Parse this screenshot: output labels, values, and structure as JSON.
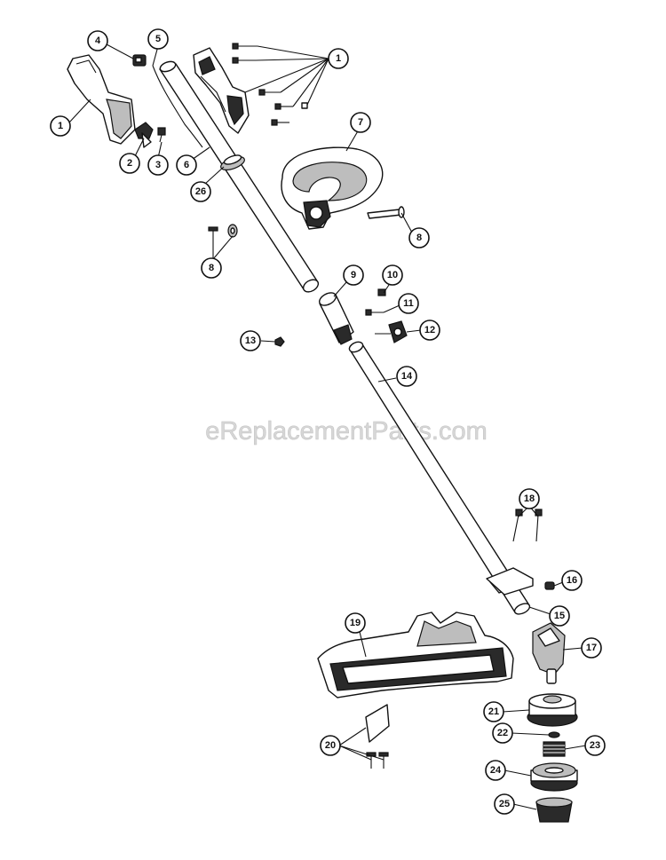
{
  "watermark": "eReplacementParts.com",
  "callouts": [
    {
      "key": "c1a",
      "label": "1"
    },
    {
      "key": "c1b",
      "label": "1"
    },
    {
      "key": "c2",
      "label": "2"
    },
    {
      "key": "c3",
      "label": "3"
    },
    {
      "key": "c4",
      "label": "4"
    },
    {
      "key": "c5",
      "label": "5"
    },
    {
      "key": "c6",
      "label": "6"
    },
    {
      "key": "c7",
      "label": "7"
    },
    {
      "key": "c8a",
      "label": "8"
    },
    {
      "key": "c8b",
      "label": "8"
    },
    {
      "key": "c9",
      "label": "9"
    },
    {
      "key": "c10",
      "label": "10"
    },
    {
      "key": "c11",
      "label": "11"
    },
    {
      "key": "c12",
      "label": "12"
    },
    {
      "key": "c13",
      "label": "13"
    },
    {
      "key": "c14",
      "label": "14"
    },
    {
      "key": "c15",
      "label": "15"
    },
    {
      "key": "c16",
      "label": "16"
    },
    {
      "key": "c17",
      "label": "17"
    },
    {
      "key": "c18",
      "label": "18"
    },
    {
      "key": "c19",
      "label": "19"
    },
    {
      "key": "c20",
      "label": "20"
    },
    {
      "key": "c21",
      "label": "21"
    },
    {
      "key": "c22",
      "label": "22"
    },
    {
      "key": "c23",
      "label": "23"
    },
    {
      "key": "c24",
      "label": "24"
    },
    {
      "key": "c25",
      "label": "25"
    },
    {
      "key": "c26",
      "label": "26"
    }
  ]
}
